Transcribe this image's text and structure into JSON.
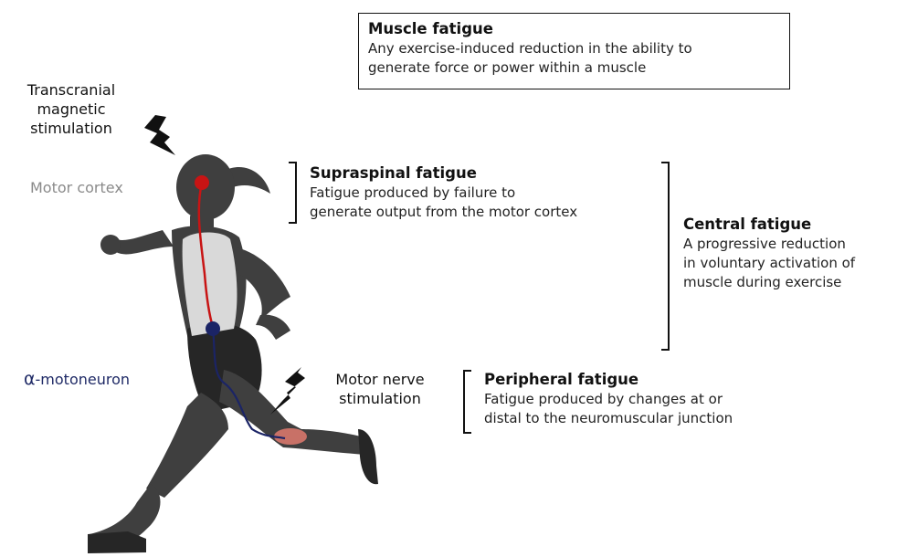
{
  "muscle_fatigue": {
    "title": "Muscle fatigue",
    "description_lines": [
      "Any exercise-induced reduction in the ability to",
      "generate force or power within a muscle"
    ]
  },
  "tms": {
    "lines": [
      "Transcranial",
      "magnetic",
      "stimulation"
    ]
  },
  "motor_cortex": {
    "label": "Motor cortex"
  },
  "alpha_motoneuron": {
    "symbol": "α",
    "label": "-motoneuron"
  },
  "motor_nerve_stim": {
    "lines": [
      "Motor nerve",
      "stimulation"
    ]
  },
  "supraspinal": {
    "title": "Supraspinal fatigue",
    "description_lines": [
      "Fatigue produced by failure to",
      "generate output from the motor cortex"
    ]
  },
  "central": {
    "title": "Central fatigue",
    "description_lines": [
      "A progressive reduction",
      "in voluntary activation of",
      "muscle during exercise"
    ]
  },
  "peripheral": {
    "title": "Peripheral fatigue",
    "description_lines": [
      "Fatigue produced by changes at or",
      "distal to the neuromuscular junction"
    ]
  },
  "colors": {
    "runner": "#3f3f3f",
    "runner_dark": "#262626",
    "shirt": "#d9d9d9",
    "cortex_pathway": "#c81414",
    "motoneuron_pathway": "#1b2466",
    "muscle": "#e07a6f",
    "bolt": "#111111"
  }
}
